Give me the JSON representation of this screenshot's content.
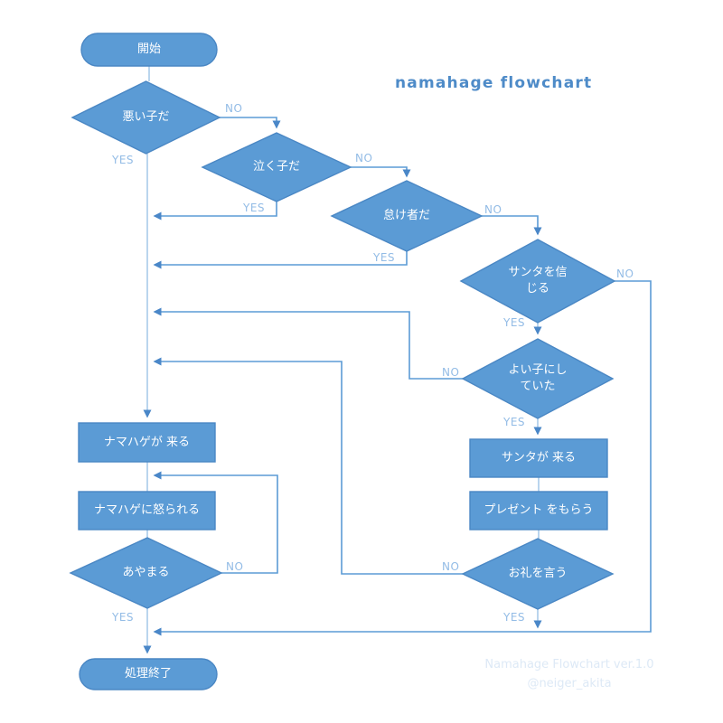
{
  "title": "namahage flowchart",
  "footer": {
    "line1": "Namahage Flowchart ver.1.0",
    "line2": "@neiger_akita"
  },
  "labels": {
    "yes": "YES",
    "no": "NO"
  },
  "nodes": {
    "start": {
      "type": "terminator",
      "label": "開始"
    },
    "bad_kid": {
      "type": "decision",
      "label": "悪い子だ"
    },
    "crying_kid": {
      "type": "decision",
      "label": "泣く子だ"
    },
    "lazy_kid": {
      "type": "decision",
      "label": "怠け者だ"
    },
    "believe_santa": {
      "type": "decision",
      "label": "サンタを信じる"
    },
    "was_good_kid": {
      "type": "decision",
      "label": "よい子にしていた"
    },
    "santa_comes": {
      "type": "process",
      "label": "サンタが 来る"
    },
    "get_present": {
      "type": "process",
      "label": "プレゼント をもらう"
    },
    "say_thanks": {
      "type": "decision",
      "label": "お礼を言う"
    },
    "namahage_comes": {
      "type": "process",
      "label": "ナマハゲが 来る"
    },
    "scolded": {
      "type": "process",
      "label": "ナマハゲに怒られる"
    },
    "apologize": {
      "type": "decision",
      "label": "あやまる"
    },
    "end": {
      "type": "terminator",
      "label": "処理終了"
    }
  },
  "colors": {
    "shape_fill": "#5b9bd5",
    "shape_stroke": "#4a87c4",
    "connector": "#5b9bd5",
    "connector_light": "#9dc3e6",
    "connector_arrow": "#4a87c8",
    "label": "#93bce6",
    "title": "#4e8bc8",
    "footer": "#dde9f6"
  }
}
